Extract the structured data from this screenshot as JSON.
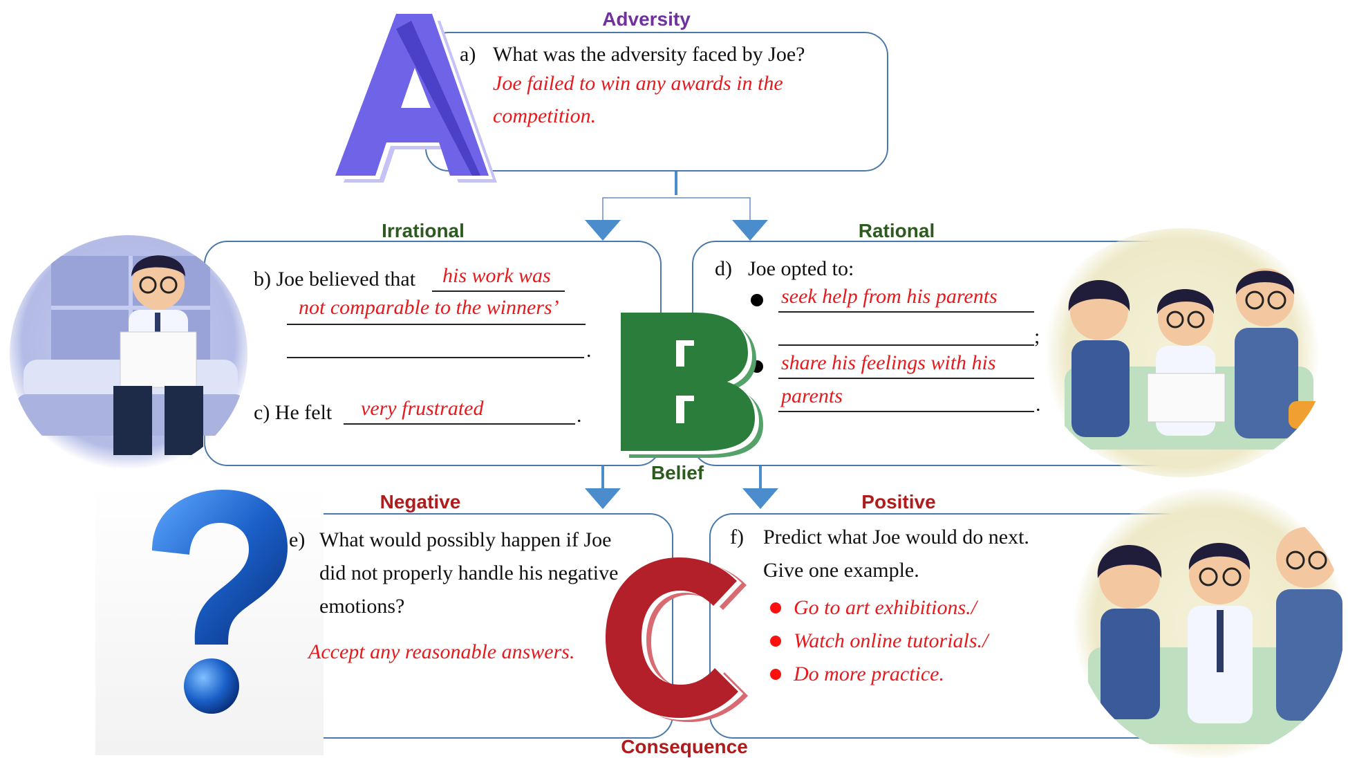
{
  "header_text": "",
  "adversity": {
    "title": "Adversity",
    "question": "What was the adversity faced by Joe?",
    "label": "a)",
    "answer_line1": "Joe failed to win any awards in the",
    "answer_line2": "competition."
  },
  "belief": {
    "title": "Belief",
    "irrational": {
      "title": "Irrational",
      "b_prefix": "b) Joe believed that",
      "b_answer_line1": "his work was",
      "b_answer_line2": "not comparable to the winners’",
      "c_prefix": "c) He felt",
      "c_answer": "very frustrated",
      "period": "."
    },
    "rational": {
      "title": "Rational",
      "d_prefix": "d)",
      "d_text": "Joe opted to:",
      "opt1": "seek help from his parents",
      "semicolon": ";",
      "opt2_line1": "share his feelings with his",
      "opt2_line2": "parents",
      "period": "."
    }
  },
  "consequence": {
    "title": "Consequence",
    "negative": {
      "title": "Negative",
      "label": "e)",
      "line1": "What would possibly happen if Joe",
      "line2": "did not properly handle his negative",
      "line3": "emotions?",
      "answer": "Accept any reasonable answers."
    },
    "positive": {
      "title": "Positive",
      "label": "f)",
      "line1": "Predict what Joe would do next.",
      "line2": "Give one example.",
      "items": [
        "Go to art exhibitions./",
        "Watch online tutorials./",
        "Do more practice."
      ]
    }
  },
  "letters": {
    "a": "A",
    "b": "B",
    "c": "C",
    "q": "?"
  },
  "colors": {
    "adversity": "#7030a0",
    "belief": "#2d5a1f",
    "consequence": "#b01c1c",
    "answer_red": "#e8191c",
    "connector": "#4a8ccc",
    "panel_border": "#4a78a8",
    "letter_a": "#6f63e8",
    "letter_b": "#2a7d3a",
    "letter_c": "#b4202a",
    "question_mark": "#1a5fc8"
  },
  "icons": [
    "letter-a-icon",
    "letter-b-icon",
    "letter-c-icon",
    "question-mark-icon",
    "boy-reading-illustration",
    "family-illustration"
  ]
}
